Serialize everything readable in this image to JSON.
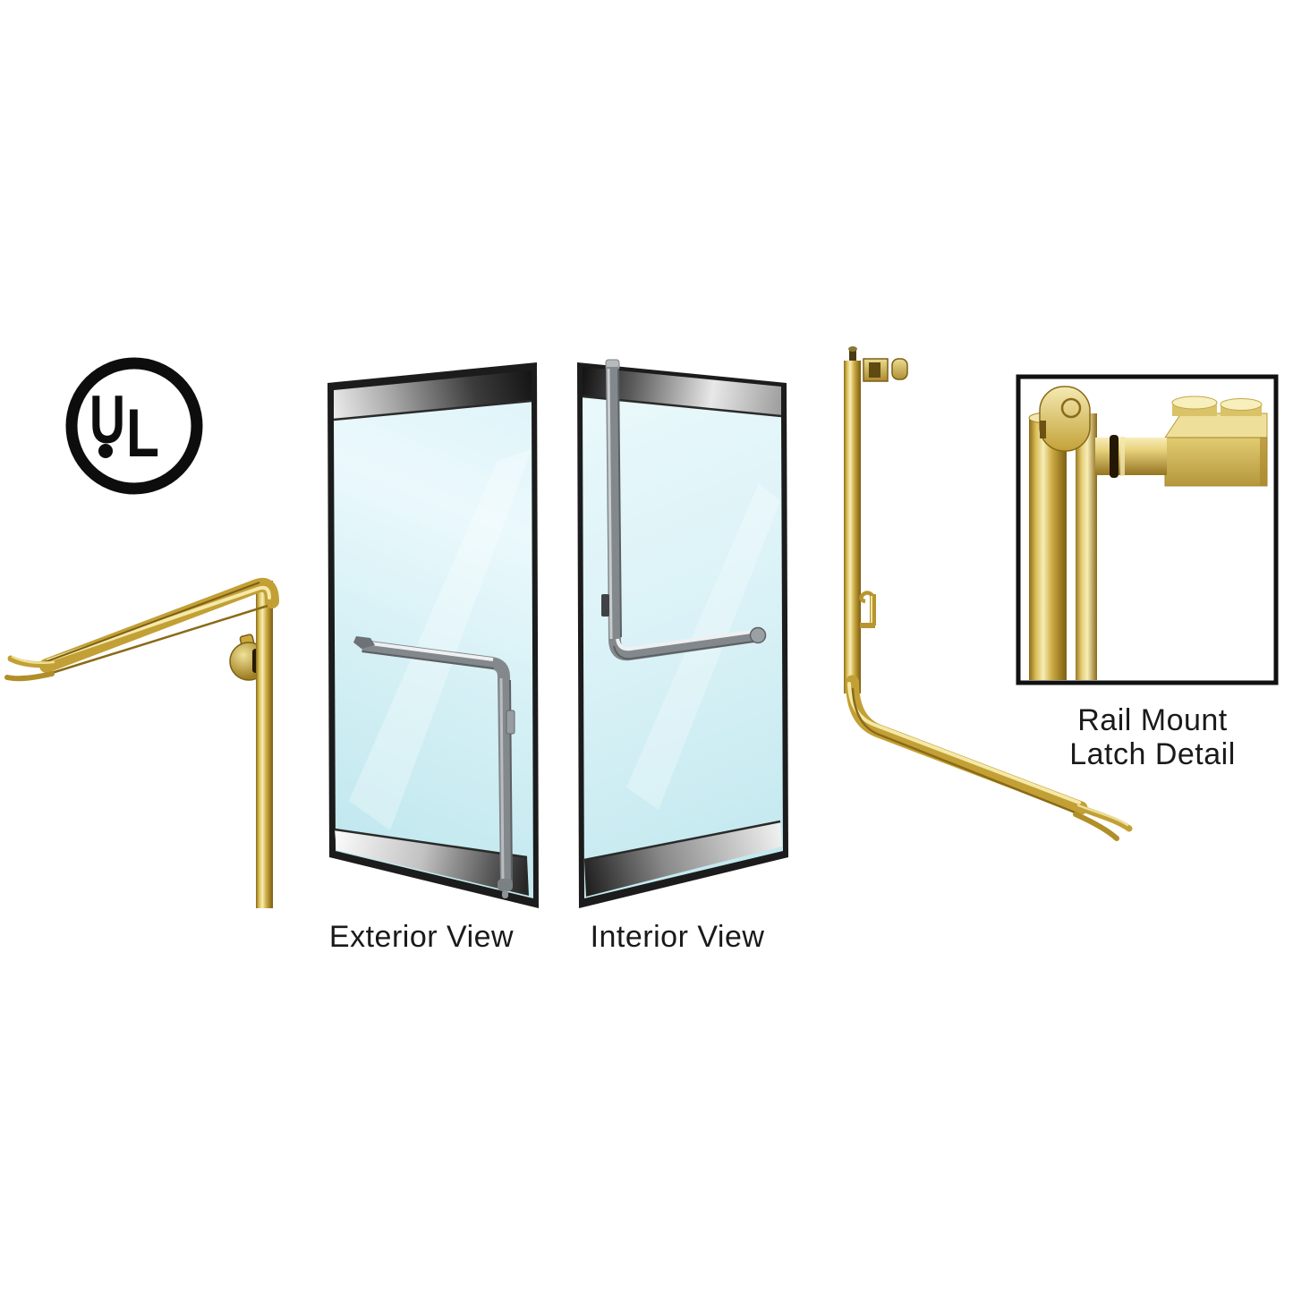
{
  "page": {
    "background_color": "#ffffff",
    "description": "Product illustration of a UL-listed rail mount latch panic handle shown in brass finish, with exterior and interior views of a glass door and a close-up latch detail inset"
  },
  "ul_mark": {
    "letter_u": "U",
    "letter_l": "L"
  },
  "captions": {
    "exterior_view": "Exterior View",
    "interior_view": "Interior View",
    "detail_line1": "Rail Mount",
    "detail_line2": "Latch Detail"
  },
  "colors": {
    "brass_light": "#f7edb6",
    "brass_mid": "#c9a83e",
    "brass_dark": "#7d5f16",
    "handle_gray": "#83888c",
    "glass_tint": "#cdecf4",
    "door_outline": "#1c1c1c",
    "rail_silver": "#e6e6e6",
    "text_color": "#1a1a1a"
  }
}
